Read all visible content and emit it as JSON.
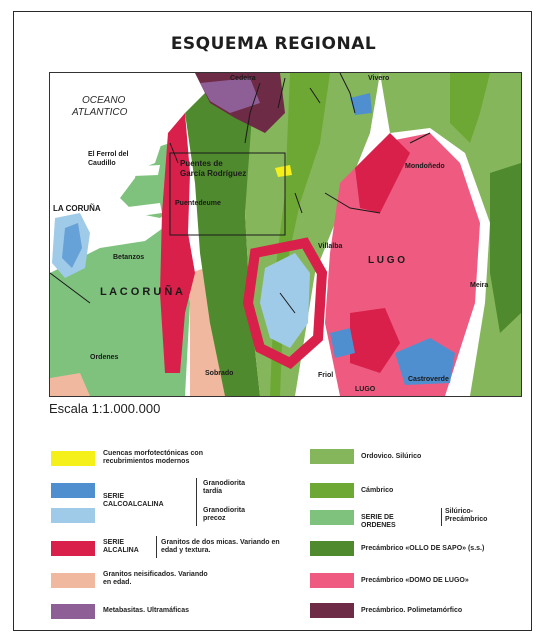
{
  "title": "ESQUEMA REGIONAL",
  "scale": "Escala 1:1.000.000",
  "map_labels": {
    "ocean_line1": "OCEANO",
    "ocean_line2": "ATLANTICO",
    "cedeira": "Cedeira",
    "vivero": "Vivero",
    "ferrol1": "El Ferrol del",
    "ferrol2": "Caudillo",
    "puentes1": "Puentes de",
    "puentes2": "García Rodríguez",
    "pontedeume": "Puentedeume",
    "la_coruna_city": "LA CORUÑA",
    "mondonedo": "Mondoñedo",
    "villalba": "Villalba",
    "lugo_region": "L U G O",
    "betanzos": "Betanzos",
    "la_coruna_region": "L A   C O R U Ñ A",
    "meira": "Meira",
    "ordenes": "Ordenes",
    "sobrado": "Sobrado",
    "friol": "Friol",
    "lugo_city": "LUGO",
    "castroverde": "Castroverde"
  },
  "legend": {
    "cuencas": "Cuencas morfotectónicas con recubrimientos modernos",
    "serie_calco_line1": "SERIE",
    "serie_calco_line2": "CALCOALCALINA",
    "grano_tardia": "Granodiorita tardía",
    "grano_precoz": "Granodiorita precoz",
    "serie_alc_line1": "SERIE",
    "serie_alc_line2": "ALCALINA",
    "granitos_dos": "Granitos de dos micas. Variando en edad y textura.",
    "granitos_neis": "Granitos neisificados. Variando en edad.",
    "metabasitas": "Metabasitas.  Ultramáficas",
    "ordovico": "Ordovico. Silúrico",
    "cambrico": "Cámbrico",
    "serie_ordenes": "SERIE DE ORDENES",
    "silurico_pre": "Silúrico- Precámbrico",
    "ollo": "Precámbrico «OLLO DE SAPO» (s.s.)",
    "domo": "Precámbrico «DOMO DE LUGO»",
    "polimeta": "Precámbrico. Polimetamórfico"
  },
  "colors": {
    "yellow": "#f5ef1a",
    "blue_dark": "#4f8fd0",
    "blue_light": "#9fcbe8",
    "red": "#d8204a",
    "salmon": "#f0b89e",
    "metabasita": "#8e5f96",
    "ordovico": "#86b65c",
    "cambrico": "#6ea834",
    "serie_ordenes": "#7ec27e",
    "ollo": "#4f8a2e",
    "domo": "#ef5b80",
    "polimeta": "#6e2b46"
  }
}
